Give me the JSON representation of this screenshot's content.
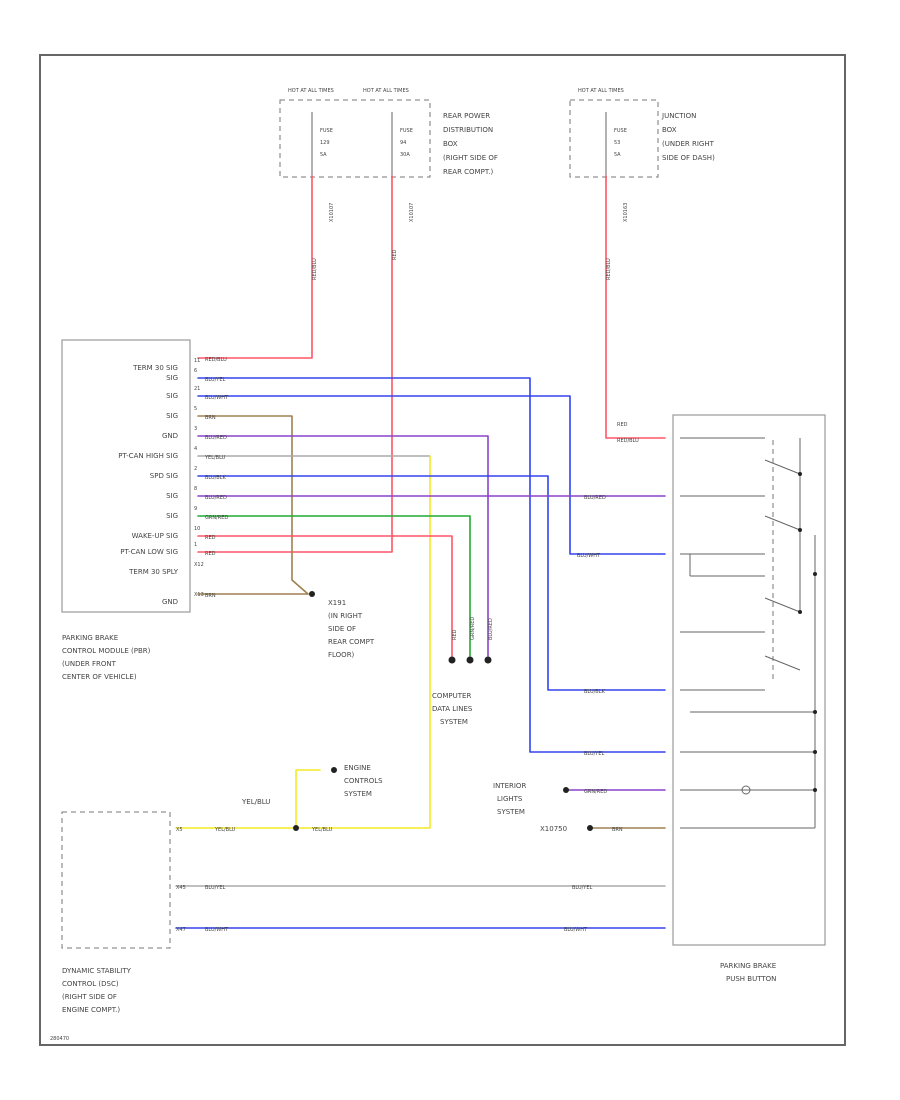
{
  "colors": {
    "red": "#ff5566",
    "blue": "#3344ee",
    "violet": "#8844cc",
    "brown": "#a08050",
    "yellow": "#f4ea22",
    "grey": "#aaaaaa",
    "green": "#22aa33",
    "frame": "#666666"
  },
  "power": {
    "hot_at_all_times": "HOT AT ALL TIMES",
    "fuse1": [
      "FUSE",
      "129",
      "5A"
    ],
    "fuse2": [
      "FUSE",
      "94",
      "30A"
    ],
    "fuse3": [
      "FUSE",
      "53",
      "5A"
    ],
    "rear_dist": [
      "REAR POWER",
      "DISTRIBUTION",
      "BOX",
      "(RIGHT SIDE OF",
      "REAR COMPT.)"
    ],
    "junction": [
      "JUNCTION",
      "BOX",
      "(UNDER RIGHT",
      "SIDE OF DASH)"
    ],
    "conn_x10107": "X10107",
    "conn_x10163": "X10163"
  },
  "pbm": {
    "pins": [
      {
        "label": "TERM 30 SIG",
        "num": "11",
        "wire": "RED/BLU"
      },
      {
        "label": "SIG",
        "num": "6",
        "wire": "BLU/YEL"
      },
      {
        "label": "SIG",
        "num": "21",
        "wire": "BLU/WHT"
      },
      {
        "label": "SIG",
        "num": "5",
        "wire": "BRN"
      },
      {
        "label": "GND",
        "num": "3",
        "wire": "BLU/RED"
      },
      {
        "label": "PT-CAN HIGH SIG",
        "num": "4",
        "wire": "YEL/BLU"
      },
      {
        "label": "SPD SIG",
        "num": "2",
        "wire": "BLU/BLK"
      },
      {
        "label": "SIG",
        "num": "8",
        "wire": "BLU/RED"
      },
      {
        "label": "SIG",
        "num": "9",
        "wire": "GRN/RED"
      },
      {
        "label": "WAKE-UP SIG",
        "num": "10",
        "wire": "RED"
      },
      {
        "label": "PT-CAN LOW SIG",
        "num": "1",
        "wire": "RED"
      },
      {
        "label": "TERM 30 SPLY",
        "num": "X12",
        "wire": ""
      },
      {
        "label": "GND",
        "num": "X13",
        "wire": "BRN"
      }
    ],
    "caption": [
      "PARKING BRAKE",
      "CONTROL MODULE (PBR)",
      "(UNDER FRONT",
      "CENTER OF VEHICLE)"
    ]
  },
  "ground": {
    "id": "X191",
    "desc": [
      "(IN RIGHT",
      "SIDE OF",
      "REAR COMPT",
      "FLOOR)"
    ]
  },
  "computer_data": [
    "COMPUTER",
    "DATA LINES",
    "SYSTEM"
  ],
  "engine_controls": [
    "ENGINE",
    "CONTROLS",
    "SYSTEM"
  ],
  "interior_lights": [
    "INTERIOR",
    "LIGHTS",
    "SYSTEM"
  ],
  "x10750": "X10750",
  "dsc": {
    "caption": [
      "DYNAMIC STABILITY",
      "CONTROL (DSC)",
      "(RIGHT SIDE OF",
      "ENGINE COMPT.)"
    ],
    "pins": [
      "X5",
      "X45",
      "X47"
    ]
  },
  "pushbutton": {
    "caption": [
      "PARKING BRAKE",
      "PUSH BUTTON"
    ]
  },
  "wire_labels": {
    "red": "RED",
    "red_blu": "RED/BLU",
    "yel_blu": "YEL/BLU",
    "blu_yel": "BLU/YEL",
    "blu_wht": "BLU/WHT",
    "blu_red": "BLU/RED",
    "blu_blk": "BLU/BLK",
    "grn_red": "GRN/RED",
    "brn": "BRN"
  },
  "footer_code": "280470"
}
